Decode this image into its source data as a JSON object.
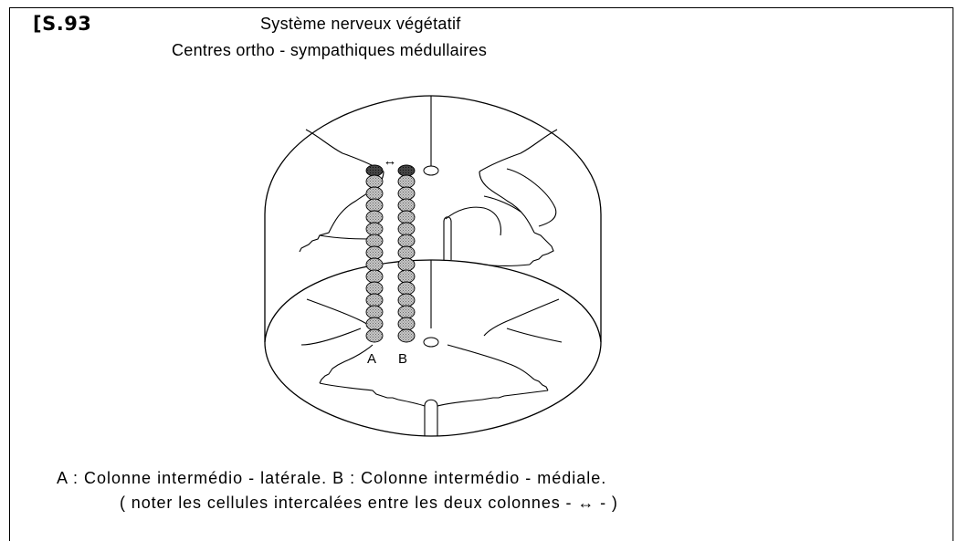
{
  "figure": {
    "ref": "[S.93",
    "title_line1": "Système nerveux   végétatif",
    "title_line2": "Centres  ortho - sympathiques médullaires"
  },
  "labels": {
    "column_a": "A",
    "column_b": "B",
    "arrow": "↔"
  },
  "caption": {
    "line1": "A : Colonne intermédio - latérale.  B : Colonne intermédio - médiale.",
    "line2": "( noter les cellules intercalées entre les deux colonnes - ↔ - )"
  },
  "colors": {
    "cell_fill": "#a8a8a8",
    "cell_top_fill": "#555555",
    "line": "#000000"
  }
}
